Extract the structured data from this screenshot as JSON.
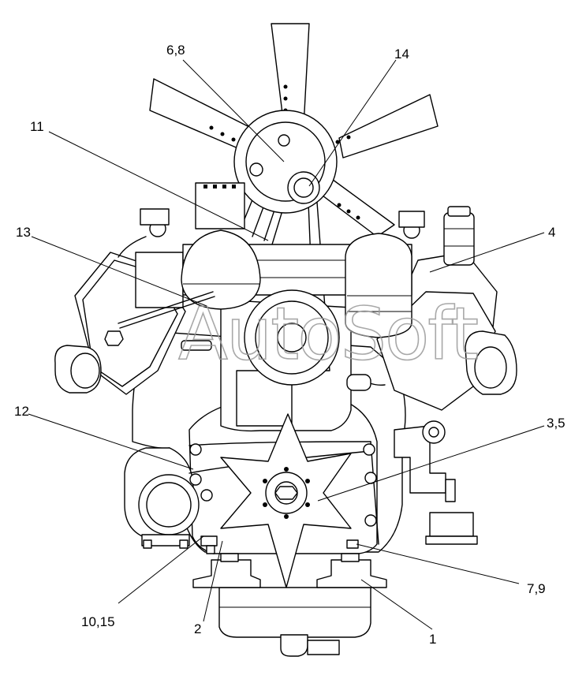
{
  "diagram": {
    "watermark": "AutoSoft",
    "callouts": [
      {
        "id": "c-6-8",
        "label": "6,8"
      },
      {
        "id": "c-14",
        "label": "14"
      },
      {
        "id": "c-11",
        "label": "11"
      },
      {
        "id": "c-13",
        "label": "13"
      },
      {
        "id": "c-4",
        "label": "4"
      },
      {
        "id": "c-12",
        "label": "12"
      },
      {
        "id": "c-3-5",
        "label": "3,5"
      },
      {
        "id": "c-7-9",
        "label": "7,9"
      },
      {
        "id": "c-10-15",
        "label": "10,15"
      },
      {
        "id": "c-2",
        "label": "2"
      },
      {
        "id": "c-1",
        "label": "1"
      }
    ]
  }
}
